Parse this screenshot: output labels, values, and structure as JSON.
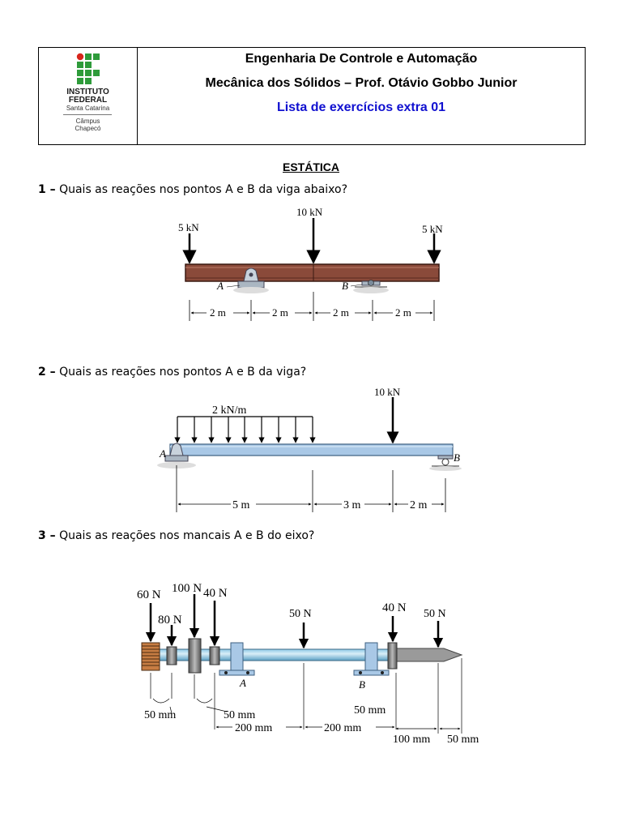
{
  "header": {
    "line1": "Engenharia De Controle e Automação",
    "line2": "Mecânica dos Sólidos – Prof. Otávio Gobbo Junior",
    "line3": "Lista de exercícios extra 01",
    "logo": {
      "name_line1": "INSTITUTO",
      "name_line2": "FEDERAL",
      "state": "Santa Catarina",
      "campus_line1": "Câmpus",
      "campus_line2": "Chapecó",
      "green": "#2e9b3a",
      "red": "#d8261c"
    }
  },
  "section_title": "ESTÁTICA",
  "questions": [
    {
      "number": "1 –",
      "text": "Quais as reações nos pontos A e B da viga abaixo?",
      "loads": [
        "5 kN",
        "10 kN",
        "5 kN"
      ],
      "supports": [
        "A",
        "B"
      ],
      "dims": [
        "2 m",
        "2 m",
        "2 m",
        "2 m"
      ]
    },
    {
      "number": "2 –",
      "text": "Quais as reações nos pontos A e B da viga?",
      "distributed_load": "2 kN/m",
      "point_load": "10 kN",
      "supports": [
        "A",
        "B"
      ],
      "dims": [
        "5 m",
        "3 m",
        "2 m"
      ]
    },
    {
      "number": "3 –",
      "text": "Quais as reações nos mancais A e B do eixo?",
      "loads": [
        "60 N",
        "80 N",
        "100 N",
        "40 N",
        "50 N",
        "40 N",
        "50 N"
      ],
      "supports": [
        "A",
        "B"
      ],
      "dims": [
        "50 mm",
        "50 mm",
        "200 mm",
        "200 mm",
        "50 mm",
        "100 mm",
        "50 mm"
      ]
    }
  ]
}
